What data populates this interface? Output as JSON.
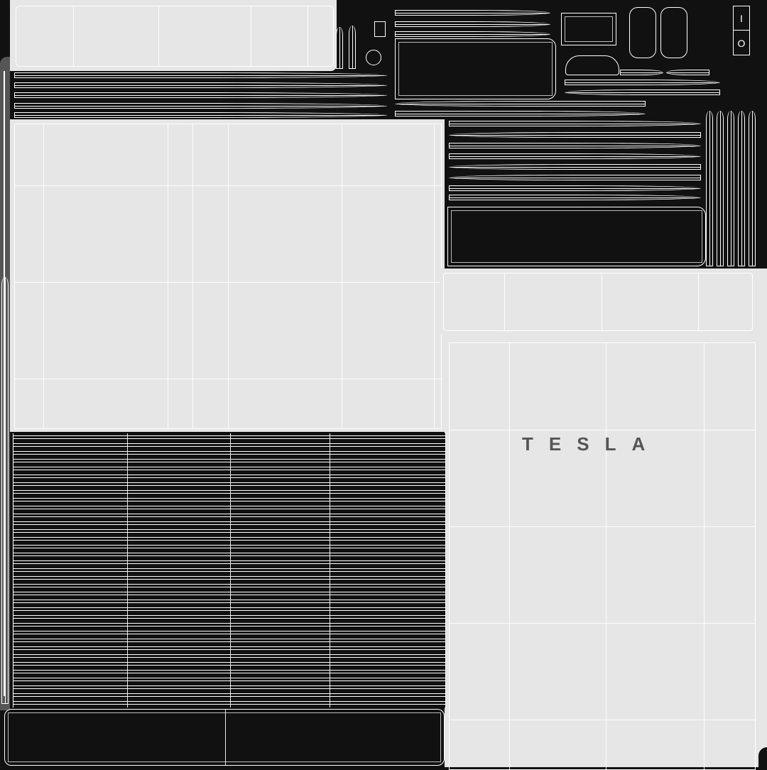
{
  "texture": {
    "type": "UV wireframe texture map",
    "background_color": "#111111",
    "panel_color": "#e6e6e6",
    "wire_color": "#ffffff",
    "side_color": "#555555"
  },
  "logo": {
    "text": "TESLA",
    "color": "#555555"
  },
  "power_switch": {
    "on_symbol": "I",
    "off_symbol": "O"
  }
}
